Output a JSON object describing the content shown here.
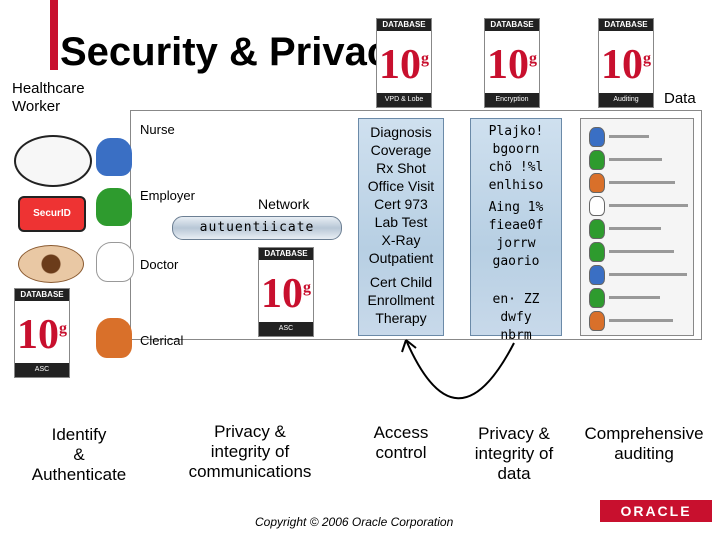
{
  "title": "Security & Privacy",
  "healthcare_worker": "Healthcare\nWorker",
  "data_label": "Data",
  "roles": {
    "nurse": "Nurse",
    "employer": "Employer",
    "doctor": "Doctor",
    "clerical": "Clerical"
  },
  "network_label": "Network",
  "network_encrypted": "autuentiicate",
  "badges": {
    "top_label": "DATABASE",
    "product": "10",
    "product_sup": "g",
    "vpd_label": "VPD & Lobe",
    "encryption_label": "Encryption",
    "auditing_label": "Auditing",
    "asc_label": "ASC",
    "securid": "SecurID"
  },
  "data_column": [
    "Diagnosis",
    "Coverage",
    "Rx  Shot",
    "Office Visit",
    "Cert  973",
    "Lab Test",
    "X-Ray",
    "Outpatient",
    "Cert  Child",
    "Enrollment",
    "Therapy"
  ],
  "encrypted_column": [
    "Plajko!",
    "bgoorn",
    "chö !%l",
    "enlhiso",
    "Aing 1%",
    "fieae0f",
    "jorrw",
    "gaorio",
    "en·  ZZ",
    "dwfy",
    "nbrm"
  ],
  "captions": {
    "identify": "Identify\n&\nAuthenticate",
    "communications": "Privacy &\nintegrity of\ncommunications",
    "access": "Access\ncontrol",
    "data": "Privacy &\nintegrity of\ndata",
    "auditing": "Comprehensive\nauditing"
  },
  "copyright": "Copyright © 2006 Oracle Corporation",
  "oracle_logo": "ORACLE",
  "colors": {
    "brand_red": "#c8102e",
    "glass": "#c3d7ea",
    "person_green": "#2e9b2e",
    "person_orange": "#d9702a",
    "person_blue": "#3a6fc4"
  }
}
